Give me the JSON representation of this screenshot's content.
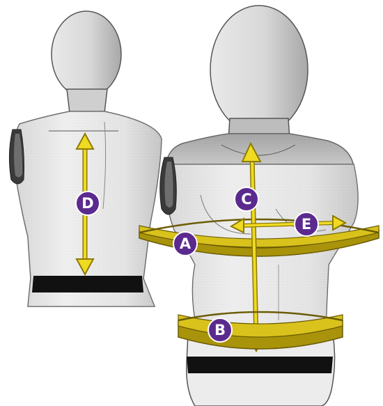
{
  "markers": {
    "a": "A",
    "b": "B",
    "c": "C",
    "d": "D",
    "e": "E"
  },
  "colors": {
    "band": "#d9c21c",
    "band_dark": "#a8930b",
    "arrow": "#f0da22",
    "arrow_outline": "#8c7a05",
    "badge": "#5b2a8e",
    "form_light": "#f4f4f4",
    "form_mid": "#c8c8c8",
    "form_dark": "#8a8a8a",
    "base_band": "#111111"
  }
}
